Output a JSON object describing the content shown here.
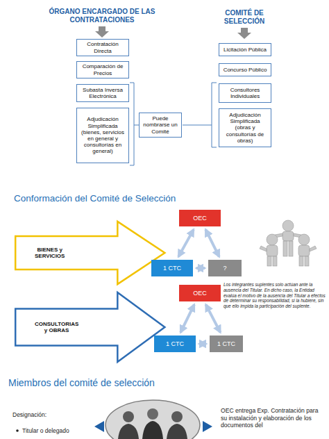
{
  "diagram": {
    "nodes": [
      {
        "text": [
          "Contratación Directa"
        ]
      },
      {
        "text": [
          "Comparación de Precios"
        ]
      },
      {
        "text": [
          "Subasta Inversa Electrónica"
        ]
      },
      {
        "text": [
          "Adjudicación Simplificada (bienes, servicios en general y consultorías en general)"
        ]
      },
      {
        "text": [
          "Puede nombrarse un Comité"
        ]
      },
      {
        "text": [
          "Licitación Pública"
        ]
      },
      {
        "text": [
          "Concurso Público"
        ]
      },
      {
        "text": [
          "Consultores Individuales"
        ]
      },
      {
        "text": [
          "Adjudicación Simplificada (obras y consultorías de obras)"
        ]
      },
      {
        "text": [
          "BIENES y SERVICIOS"
        ]
      },
      {
        "text": [
          "OEC"
        ]
      },
      {
        "text": [
          "1 CTC"
        ]
      },
      {
        "text": [
          "?"
        ]
      },
      {
        "text": [
          "CONSULTORIAS y OBRAS"
        ]
      },
      {
        "text": [
          "OEC"
        ]
      },
      {
        "text": [
          "1 CTC"
        ]
      },
      {
        "text": [
          "1 CTC"
        ]
      }
    ],
    "edges": [
      {
        "from": 10,
        "to": 11,
        "arrow": "both"
      },
      {
        "from": 10,
        "to": 12,
        "arrow": "both"
      },
      {
        "from": 11,
        "to": 12,
        "arrow": "both"
      },
      {
        "from": 14,
        "to": 15,
        "arrow": "both"
      },
      {
        "from": 14,
        "to": 16,
        "arrow": "both"
      },
      {
        "from": 15,
        "to": 16,
        "arrow": "both"
      }
    ],
    "labels": [
      "ÓRGANO ENCARGADO DE LAS CONTRATACIONES",
      "COMITÉ DE SELECCIÓN",
      "Conformación del Comité de Selección",
      "Los integrantes suplentes solo actúan ante la ausencia del Titular. En dicho caso, la Entidad evalúa el motivo de la ausencia del Titular a efectos de determinar su responsabilidad, si la hubiere, sin que ello impida la participación del suplente.",
      "Miembros del comité de selección",
      "Designación:",
      "Titular o delegado",
      "OEC entrega Exp. Contratación para su instalación y elaboración de los documentos del"
    ]
  }
}
